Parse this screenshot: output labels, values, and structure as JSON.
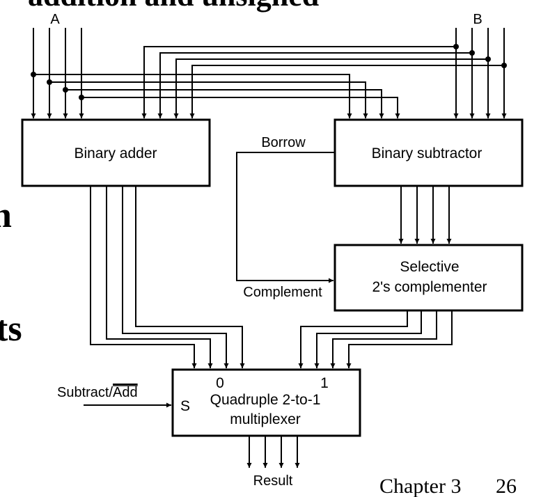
{
  "slide": {
    "title_fragment": "addition and unsigned",
    "left_fragment_1": "n",
    "left_fragment_2": "ts",
    "footer_chapter": "Chapter 3",
    "footer_page": "26"
  },
  "diagram": {
    "input_a_label": "A",
    "input_b_label": "B",
    "adder_label": "Binary adder",
    "subtractor_label": "Binary subtractor",
    "complementer_label_line1": "Selective",
    "complementer_label_line2": "2's complementer",
    "mux_label_line1": "Quadruple 2-to-1",
    "mux_label_line2": "multiplexer",
    "mux_input0_label": "0",
    "mux_input1_label": "1",
    "mux_select_label": "S",
    "borrow_label": "Borrow",
    "complement_label": "Complement",
    "control_label_prefix": "Subtract/",
    "control_label_bar": "Add",
    "output_label": "Result"
  }
}
